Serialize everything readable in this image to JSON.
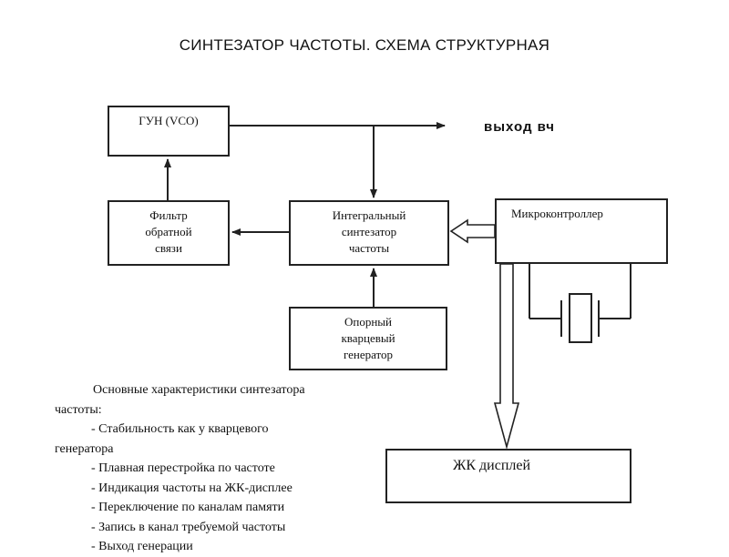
{
  "title": "СИНТЕЗАТОР ЧАСТОТЫ. СХЕМА СТРУКТУРНАЯ",
  "blocks": {
    "vco": "ГУН (VCO)",
    "filter": "Фильтр\nобратной\nсвязи",
    "synth": "Интегральный\nсинтезатор\nчастоты",
    "mcu": "Микроконтроллер",
    "ref": "Опорный\nкварцевый\nгенератор",
    "lcd": "ЖК дисплей"
  },
  "output_label": "выход  вч",
  "notes": {
    "heading_line1": "Основные характеристики синтезатора",
    "heading_line2": "частоты:",
    "items": [
      "- Стабильность как у кварцевого",
      "генератора",
      "- Плавная перестройка по частоте",
      "- Индикация частоты на ЖК-дисплее",
      "- Переключение по каналам памяти",
      "- Запись в канал требуемой частоты",
      "- Выход генерации"
    ]
  }
}
